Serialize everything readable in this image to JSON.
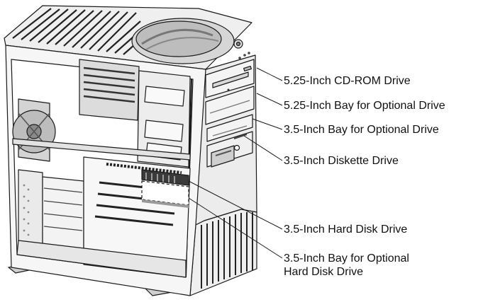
{
  "callouts": {
    "cd_rom": "5.25-Inch CD-ROM Drive",
    "bay_525": "5.25-Inch Bay for Optional Drive",
    "bay_35": "3.5-Inch Bay for Optional Drive",
    "diskette": "3.5-Inch Diskette Drive",
    "hard_disk": "3.5-Inch Hard Disk Drive",
    "bay_hd_line1": "3.5-Inch Bay for Optional",
    "bay_hd_line2": "Hard Disk Drive"
  },
  "colors": {
    "line": "#1a1a1a",
    "panel": "#e8e8e8",
    "shade": "#c8c8c8",
    "dark": "#3a3a3a",
    "bay_shade": "#9a9a9a"
  }
}
